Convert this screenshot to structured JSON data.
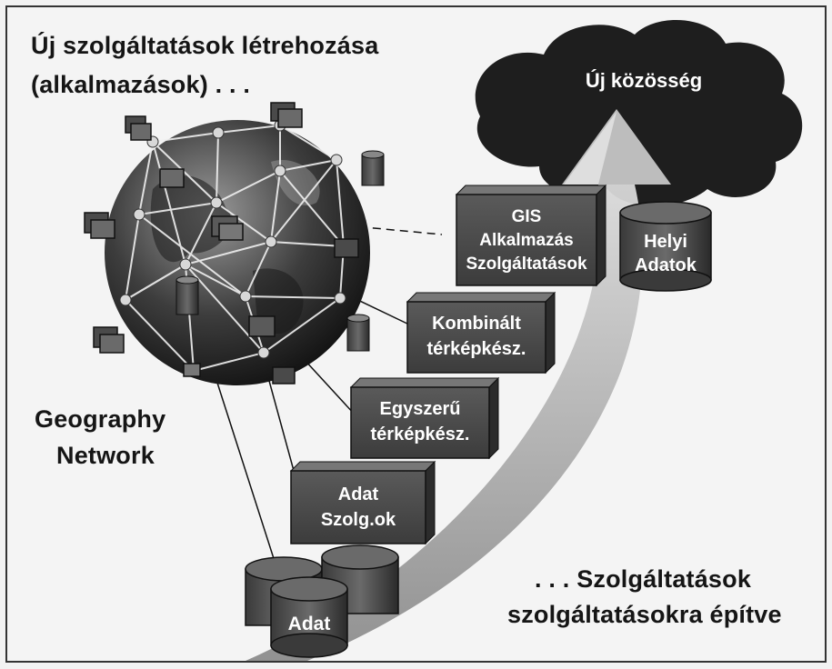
{
  "heading": {
    "line1": "Új szolgáltatások létrehozása",
    "line2": "(alkalmazások) . . ."
  },
  "network_label": {
    "line1": "Geography",
    "line2": "Network"
  },
  "cloud_label": "Új közösség",
  "steps": [
    {
      "id": "adat",
      "lines": [
        "Adat"
      ]
    },
    {
      "id": "adat-szolg",
      "lines": [
        "Adat",
        "Szolg.ok"
      ]
    },
    {
      "id": "egyszeru",
      "lines": [
        "Egyszerű",
        "térképkész."
      ]
    },
    {
      "id": "kombinalt",
      "lines": [
        "Kombinált",
        "térképkész."
      ]
    },
    {
      "id": "gis",
      "lines": [
        "GIS",
        "Alkalmazás",
        "Szolgáltatások"
      ]
    },
    {
      "id": "helyi",
      "lines": [
        "Helyi",
        "Adatok"
      ]
    }
  ],
  "bottom_caption": {
    "line1": ". . . Szolgáltatások",
    "line2": "szolgáltatásokra építve"
  },
  "colors": {
    "box_fill": "#4a4a4a",
    "box_side": "#2e2e2e",
    "cloud": "#1f1f1f",
    "globe": "#3a3a3a",
    "arrow": "#c9c9c9"
  }
}
